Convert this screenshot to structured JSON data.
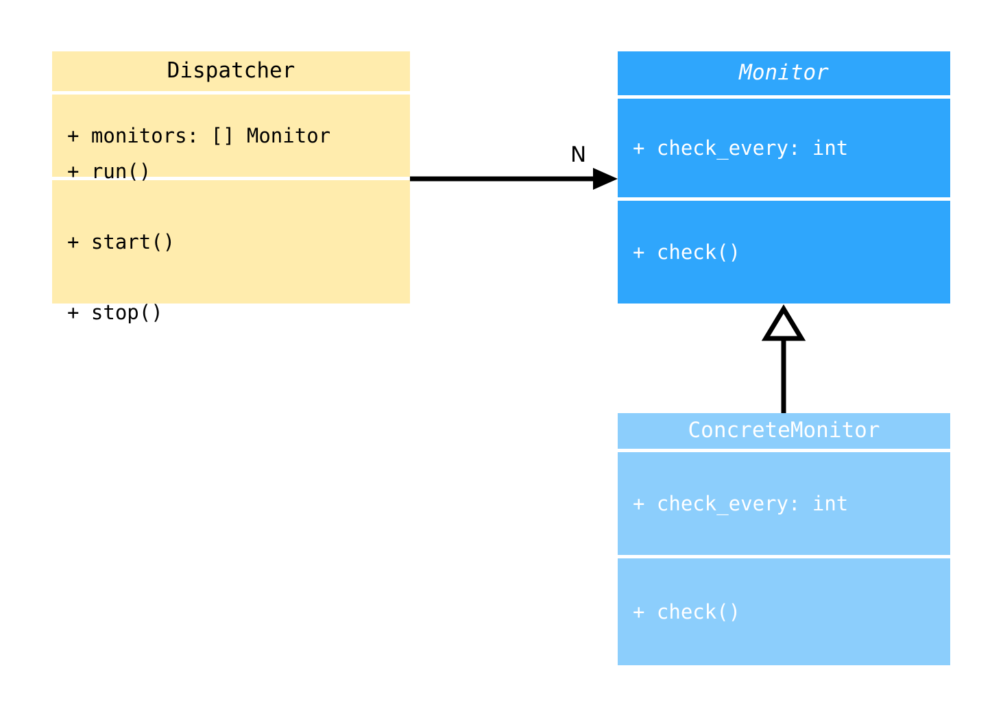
{
  "diagram": {
    "title_text_present": false,
    "colors": {
      "dispatcher_fill": "#ffecad",
      "monitor_fill": "#2fa6fc",
      "concrete_monitor_fill": "#8ccefc",
      "line": "#000000",
      "background": "#ffffff"
    }
  },
  "classes": {
    "dispatcher": {
      "name": "Dispatcher",
      "stereotype": "",
      "abstract": false,
      "attributes": [
        "+ monitors: [] Monitor"
      ],
      "methods": [
        "+ run()",
        "+ start()",
        "+ stop()"
      ]
    },
    "monitor": {
      "name": "Monitor",
      "stereotype": "",
      "abstract": true,
      "attributes": [
        "+ check_every: int"
      ],
      "methods": [
        "+ check()"
      ]
    },
    "concrete_monitor": {
      "name": "ConcreteMonitor",
      "stereotype": "",
      "abstract": false,
      "attributes": [
        "+ check_every: int"
      ],
      "methods": [
        "+ check()"
      ]
    }
  },
  "relationships": {
    "association": {
      "from": "Dispatcher",
      "to": "Monitor",
      "label": "N",
      "arrow_style": "filled-arrow",
      "line_style": "solid"
    },
    "generalization": {
      "from": "ConcreteMonitor",
      "to": "Monitor",
      "label": "",
      "arrow_style": "hollow-triangle",
      "line_style": "solid"
    }
  }
}
